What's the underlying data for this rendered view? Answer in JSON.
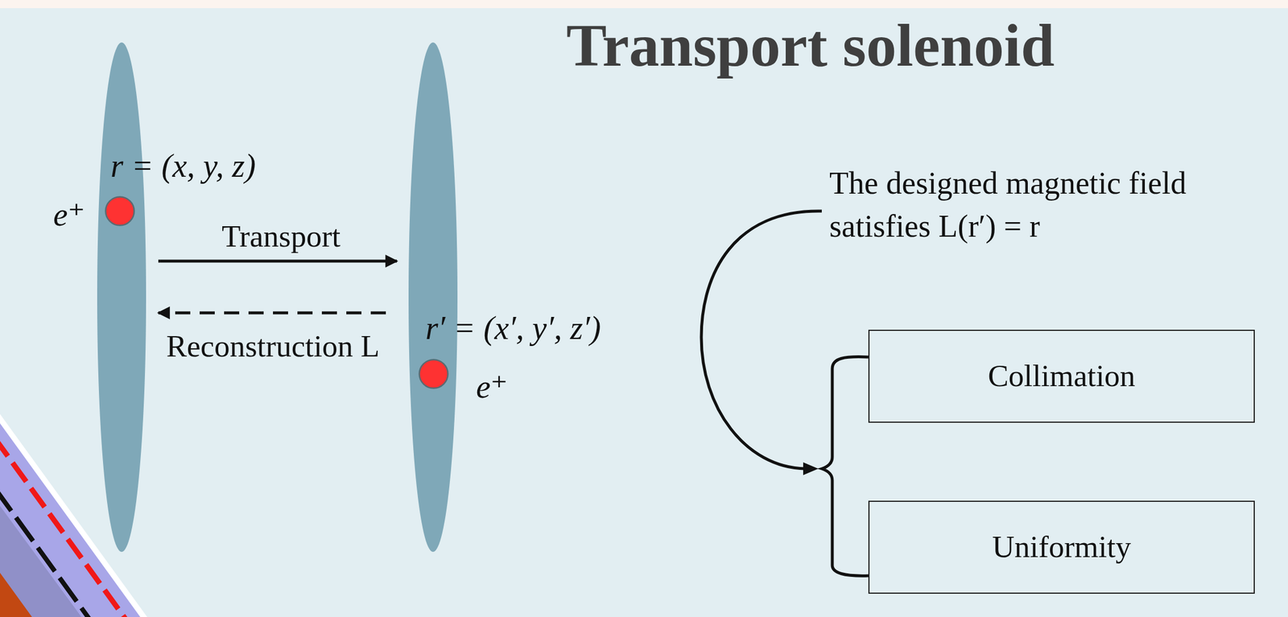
{
  "diagram": {
    "title": "Transport solenoid",
    "nodes": [
      {
        "text": [
          "r = (x, y, z)"
        ]
      },
      {
        "text": [
          "e⁺"
        ],
        "in": 0
      },
      {
        "text": [
          "r′ = (x′, y′, z′)"
        ]
      },
      {
        "text": [
          "e⁺"
        ],
        "in": 2
      },
      {
        "text": [
          "Collimation"
        ]
      },
      {
        "text": [
          "Uniformity"
        ]
      }
    ],
    "edges": [
      {
        "from": 0,
        "to": 2,
        "label": "Transport",
        "arrow": "to"
      },
      {
        "from": 2,
        "to": 0,
        "label": "Reconstruction L",
        "arrow": "to"
      }
    ],
    "labels": [
      "The designed magnetic field satisfies L(r′) = r"
    ]
  }
}
